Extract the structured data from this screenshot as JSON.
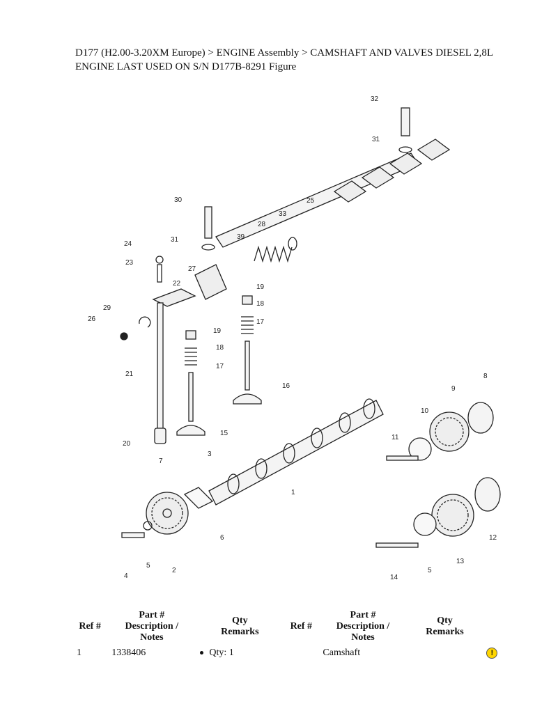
{
  "breadcrumb": "D177 (H2.00-3.20XM Europe) > ENGINE Assembly > CAMSHAFT AND VALVES DIESEL 2,8L ENGINE LAST USED ON S/N D177B-8291 Figure",
  "figure_callouts": [
    "32",
    "31",
    "30",
    "31",
    "33",
    "28",
    "25",
    "39",
    "24",
    "23",
    "27",
    "22",
    "19",
    "18",
    "17",
    "29",
    "26",
    "19",
    "18",
    "17",
    "21",
    "16",
    "15",
    "20",
    "9",
    "8",
    "10",
    "11",
    "3",
    "7",
    "1",
    "6",
    "4",
    "5",
    "2",
    "13",
    "12",
    "14",
    "5"
  ],
  "table": {
    "headers": {
      "ref": "Ref #",
      "part_line1": "Part #",
      "part_line2": "Description /",
      "part_line3": "Notes",
      "qty_line1": "Qty",
      "qty_line2": "Remarks"
    },
    "rows": [
      {
        "ref": "1",
        "part": "1338406",
        "qty": "Qty: 1",
        "desc": "Camshaft",
        "warning_icon": "warning-circle-icon"
      }
    ]
  }
}
